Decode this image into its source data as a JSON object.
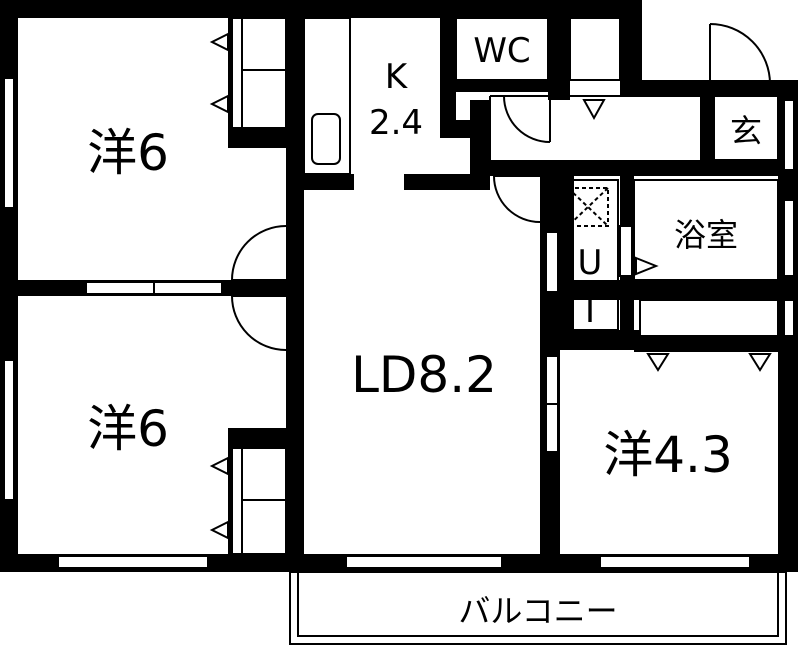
{
  "rooms": {
    "western_top_left": "洋6",
    "western_bottom_left": "洋6",
    "western_right": "洋4.3",
    "ld": "LD8.2",
    "kitchen_letter": "K",
    "kitchen_size": "2.4",
    "wc": "WC",
    "bath": "浴室",
    "entrance": "玄",
    "ut_u": "U",
    "ut_t": "T",
    "balcony": "バルコニー"
  },
  "colors": {
    "wall": "#000000",
    "background": "#ffffff",
    "line": "#000000"
  }
}
